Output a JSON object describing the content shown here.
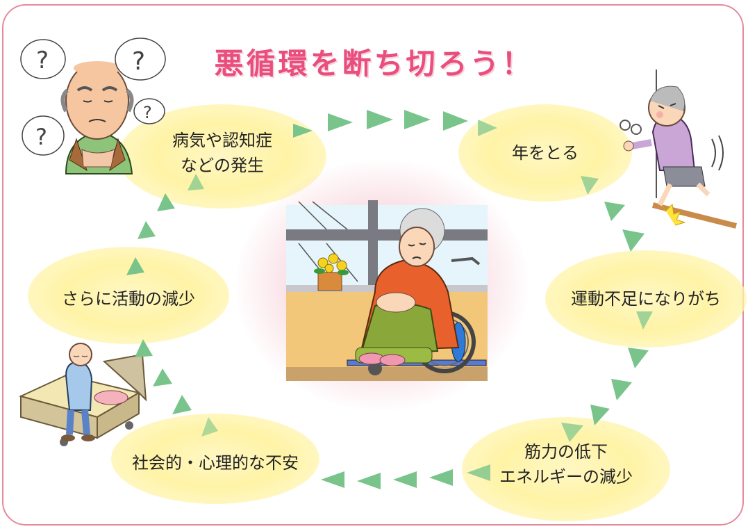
{
  "title": "悪循環を断ち切ろう！",
  "cycle": {
    "disease": [
      "病気や認知症",
      "などの発生"
    ],
    "aging": "年をとる",
    "lack_exercise": "運動不足になりがち",
    "muscle": [
      "筋力の低下",
      "エネルギーの減少"
    ],
    "anxiety": "社会的・心理的な不安",
    "less_activity": "さらに活動の減少"
  },
  "colors": {
    "title": "#e94e7d",
    "arrow": "#79c48b",
    "bubble": "#fff3a6",
    "frame": "#e58a9c"
  },
  "icons": [
    "question-mark-icon",
    "question-mark-icon",
    "question-mark-icon",
    "question-mark-icon"
  ]
}
